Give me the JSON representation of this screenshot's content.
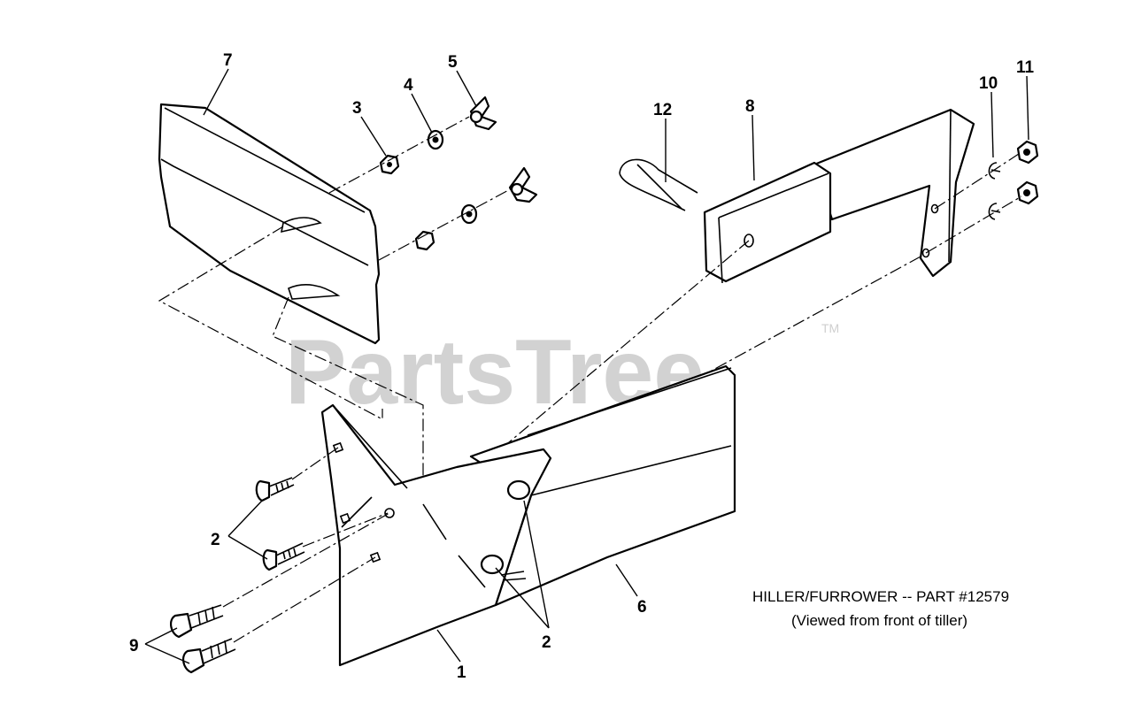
{
  "diagram": {
    "caption_line1": "HILLER/FURROWER -- PART #12579",
    "caption_line2": "(Viewed from front of tiller)",
    "watermark": "PartsTree",
    "watermark_tm": "TM",
    "callouts": {
      "c1": "1",
      "c2a": "2",
      "c2b": "2",
      "c3": "3",
      "c4": "4",
      "c5": "5",
      "c6": "6",
      "c7": "7",
      "c8": "8",
      "c9": "9",
      "c10": "10",
      "c11": "11",
      "c12": "12"
    }
  }
}
